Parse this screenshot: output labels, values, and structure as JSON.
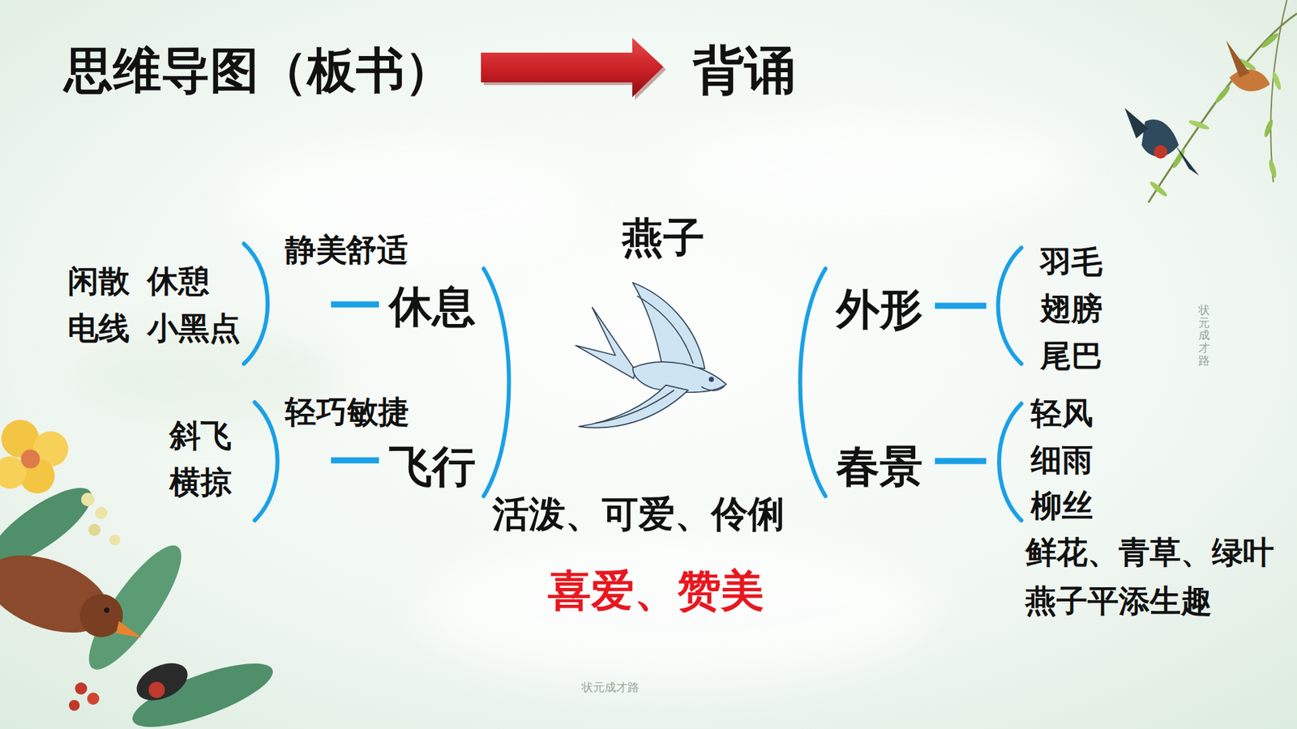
{
  "diagram": {
    "title": "思维导图（板书）",
    "labels": [
      "背诵",
      "燕子",
      "闲散",
      "休憩",
      "电线",
      "小黑点",
      "静美",
      "舒适",
      "休息",
      "轻巧敏捷",
      "斜飞",
      "横掠",
      "飞行",
      "活泼、可爱、伶俐",
      "喜爱、赞美",
      "外形",
      "羽毛",
      "翅膀",
      "尾巴",
      "春景",
      "轻风",
      "细雨",
      "柳丝",
      "鲜花、青草、绿叶",
      "燕子平添生趣",
      "状元成才路",
      "状元成才路"
    ]
  }
}
